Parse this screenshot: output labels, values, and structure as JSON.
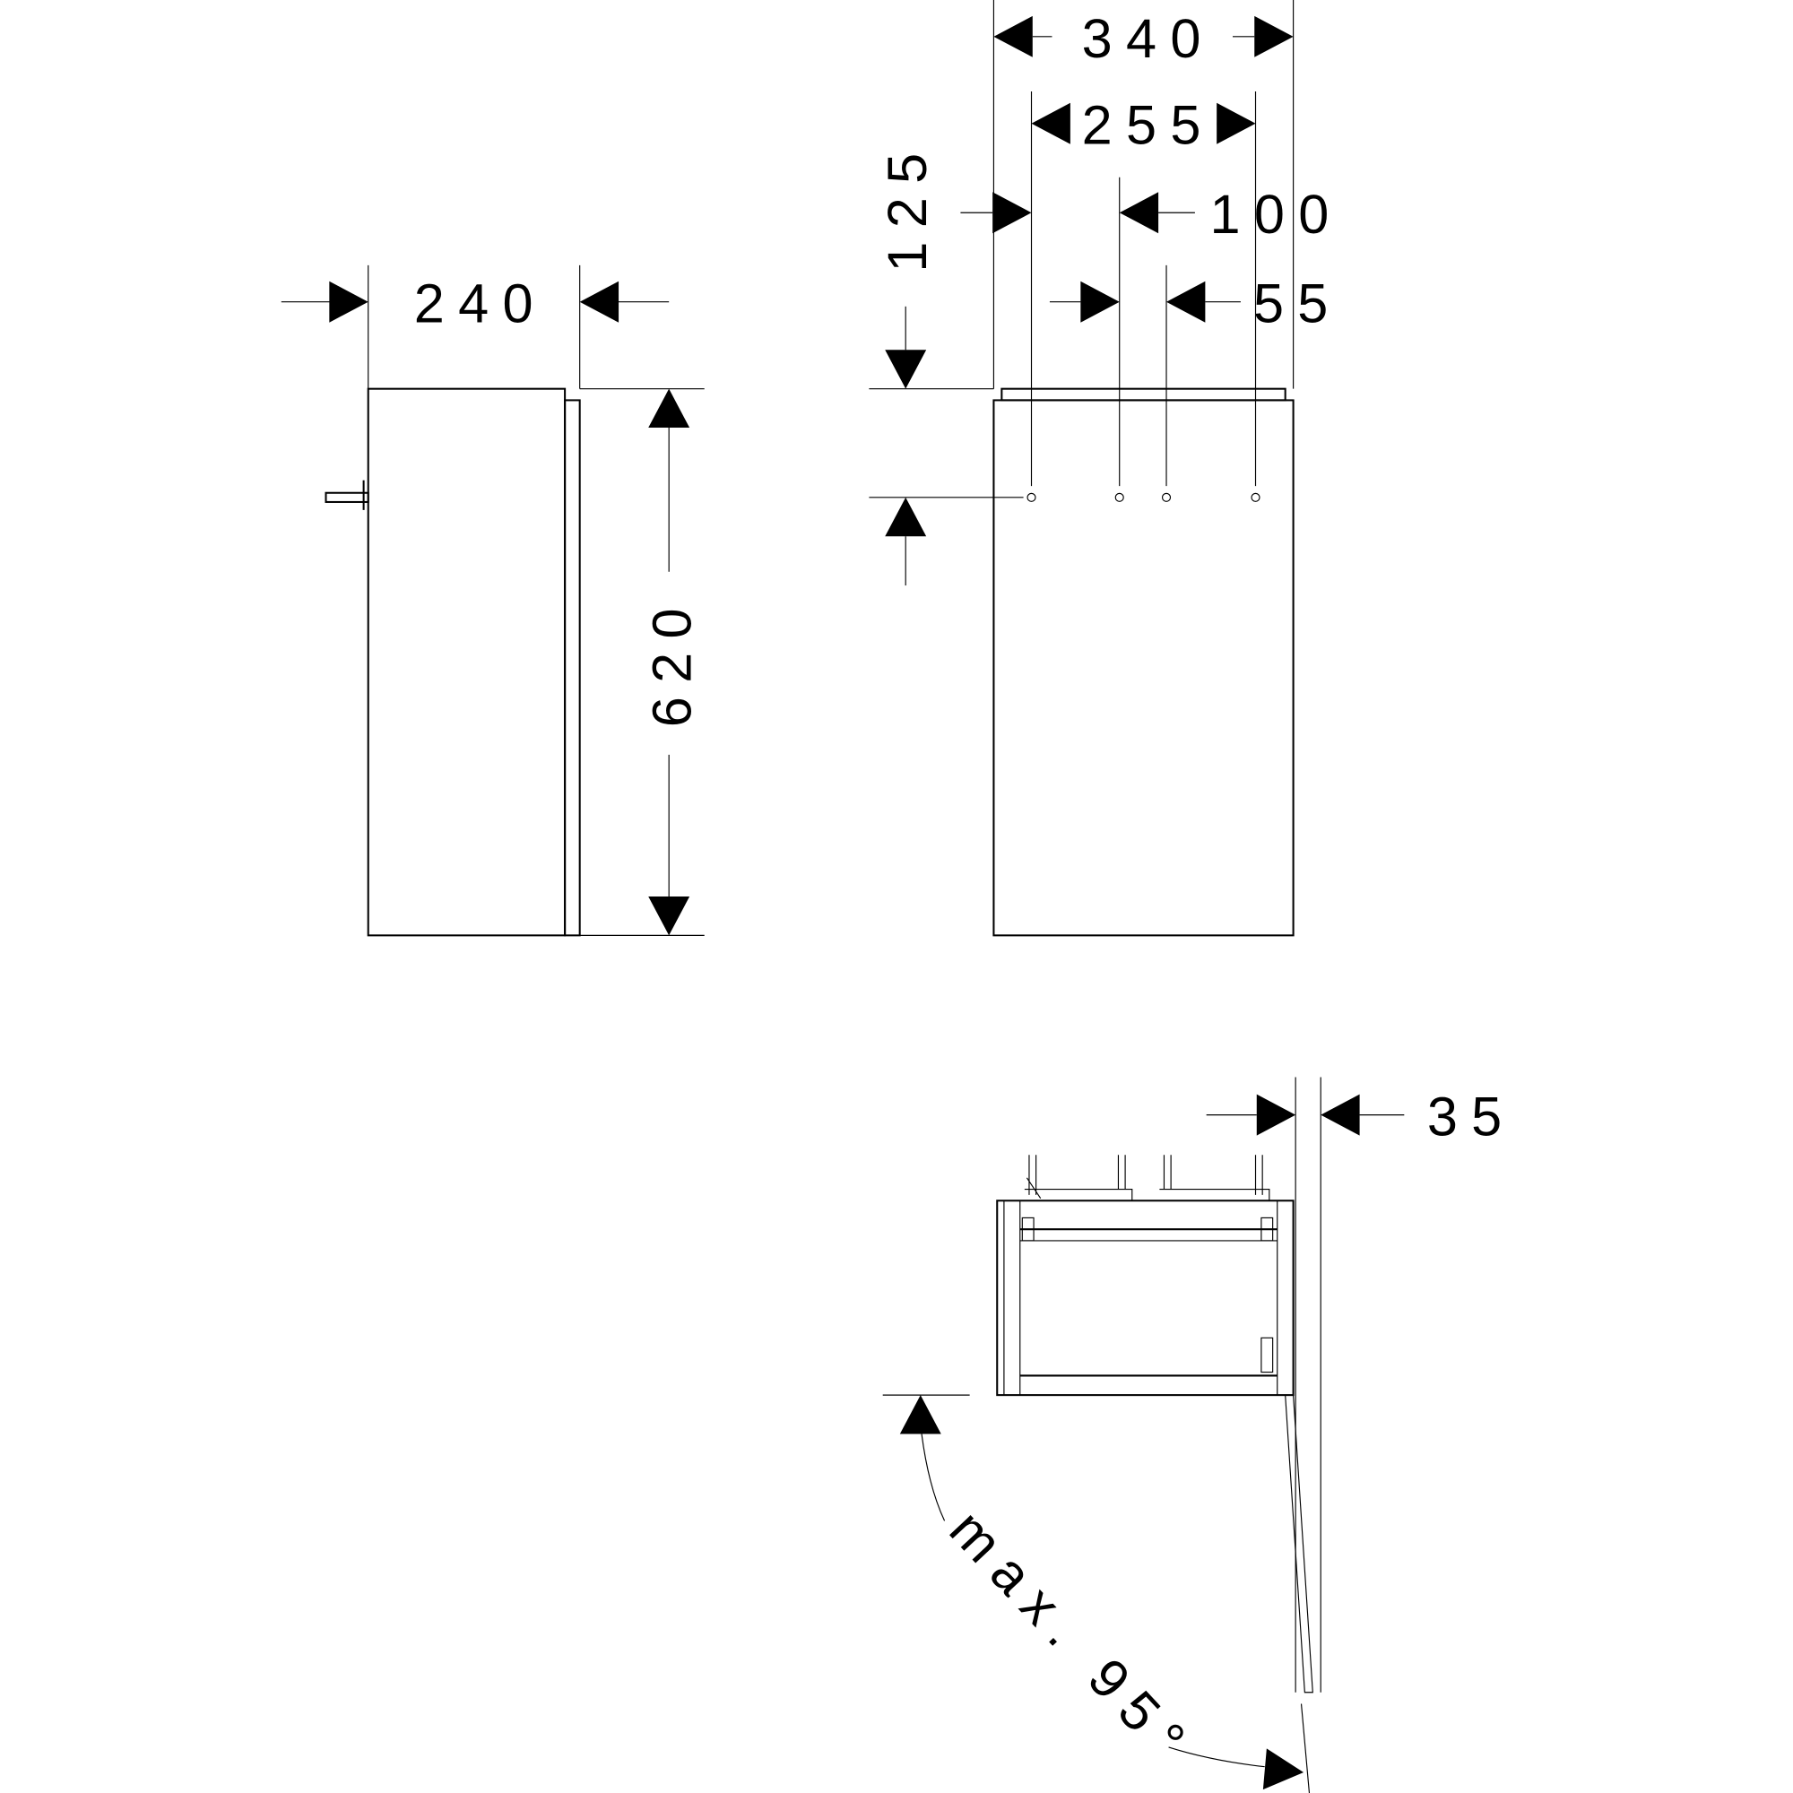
{
  "drawing": {
    "side_view": {
      "width_label": "240",
      "height_label": "620"
    },
    "front_view": {
      "overall_width_label": "340",
      "hole_spacing_label": "255",
      "hole_offset_label": "125",
      "inner_offset_label": "100",
      "inner_spacing_label": "55"
    },
    "top_view": {
      "wall_gap_label": "35",
      "door_angle_label": "max. 95°"
    },
    "colors": {
      "line": "#000000",
      "background": "#ffffff"
    }
  }
}
